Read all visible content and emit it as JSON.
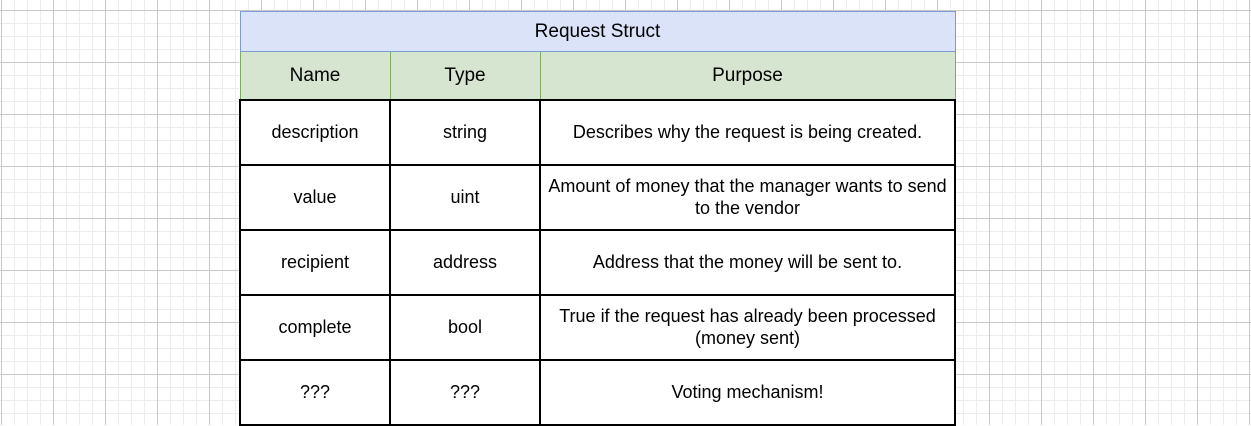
{
  "diagram": {
    "background": "graph-paper-grid",
    "grid_minor_color": "#ececec",
    "grid_major_color": "#c9c9c9"
  },
  "table": {
    "title": "Request Struct",
    "title_fill": "#dae3f7",
    "title_border": "#7a9bd4",
    "header_fill": "#d6e5d0",
    "header_border": "#7fab63",
    "body_border": "#000000",
    "columns": [
      "Name",
      "Type",
      "Purpose"
    ],
    "rows": [
      {
        "name": "description",
        "type": "string",
        "purpose": "Describes why the request is being created."
      },
      {
        "name": "value",
        "type": "uint",
        "purpose": "Amount of money that the manager wants to send to the vendor"
      },
      {
        "name": "recipient",
        "type": "address",
        "purpose": "Address that the money will be sent to."
      },
      {
        "name": "complete",
        "type": "bool",
        "purpose": "True if the request has already been processed (money sent)"
      },
      {
        "name": "???",
        "type": "???",
        "purpose": "Voting mechanism!"
      }
    ]
  }
}
